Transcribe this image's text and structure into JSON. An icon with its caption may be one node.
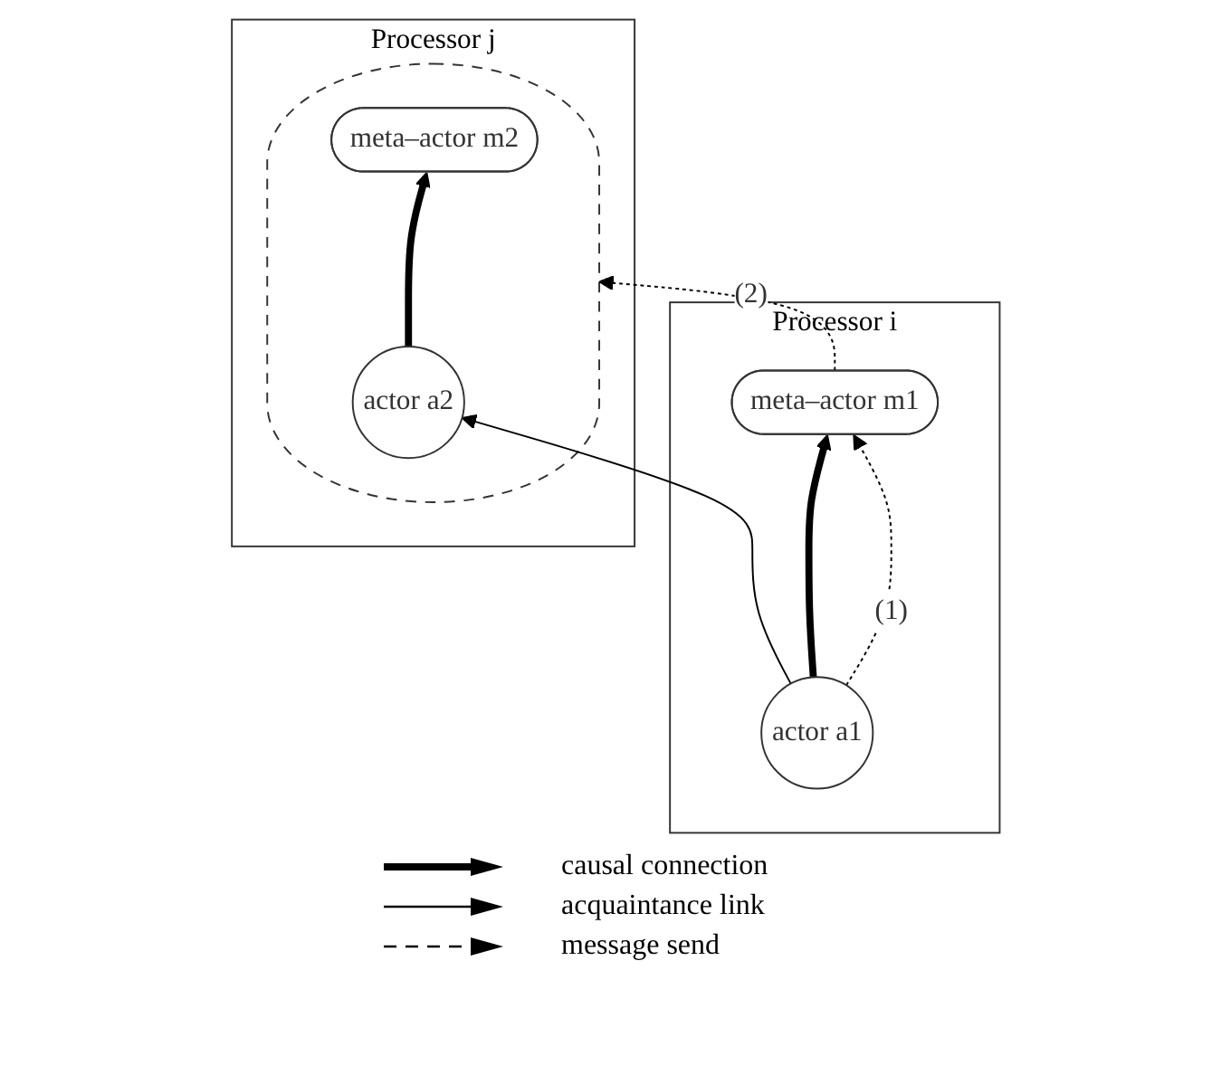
{
  "diagram": {
    "nodes": [
      {
        "text": [
          "Processor i"
        ]
      },
      {
        "text": [
          "meta–actor m1"
        ],
        "in": 0
      },
      {
        "text": [
          "actor a1"
        ],
        "in": 0
      },
      {
        "text": [
          "Processor j"
        ]
      },
      {
        "text": [],
        "shape": "ellipse",
        "in": 3
      },
      {
        "text": [
          "meta–actor m2"
        ],
        "in": 4
      },
      {
        "text": [
          "actor a2"
        ],
        "in": 4
      }
    ],
    "edges": [
      {
        "from": 2,
        "to": 1,
        "arrow": "to",
        "style": "thick"
      },
      {
        "from": 2,
        "to": 1,
        "arrow": "to",
        "style": "dashed",
        "label": "(1)"
      },
      {
        "from": 1,
        "to": 4,
        "arrow": "to",
        "style": "dashed",
        "label": "(2)"
      },
      {
        "from": 2,
        "to": 6,
        "arrow": "to"
      },
      {
        "from": 6,
        "to": 5,
        "arrow": "to",
        "style": "thick"
      }
    ],
    "legend": [
      {
        "text": "causal connection"
      },
      {
        "text": "acquaintance link"
      },
      {
        "text": "message send"
      }
    ]
  }
}
